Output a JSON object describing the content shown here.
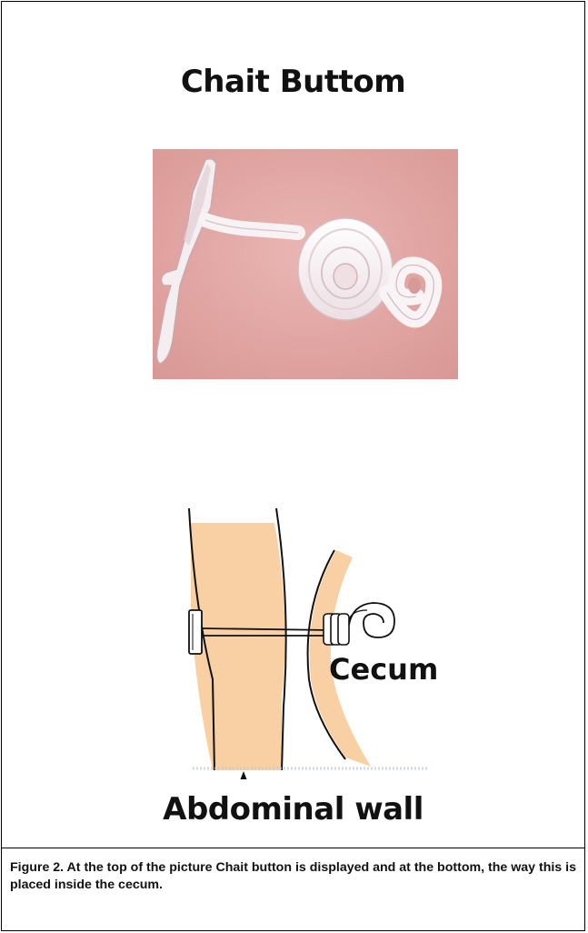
{
  "figure": {
    "title": "Chait Buttom",
    "diagram_labels": {
      "cecum": "Cecum",
      "abdominal_wall": "Abdominal wall"
    },
    "caption": "Figure 2. At the top of the picture Chait button is displayed and at the bottom, the way this is placed inside the cecum."
  },
  "colors": {
    "photo_background": "#e0a7a3",
    "device": "#f7f1f3",
    "tissue": "#f7cfa2",
    "outline": "#111111"
  }
}
